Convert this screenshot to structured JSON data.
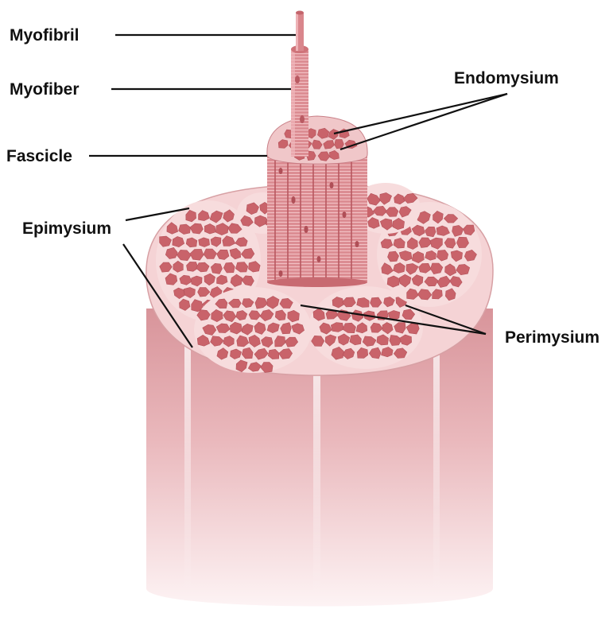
{
  "labels": {
    "myofibril": "Myofibril",
    "myofiber": "Myofiber",
    "fascicle": "Fascicle",
    "endomysium": "Endomysium",
    "epimysium": "Epimysium",
    "perimysium": "Perimysium"
  },
  "colors": {
    "fiber": "#c9636a",
    "fiber_dark": "#a8454d",
    "connective": "#f2c9cb",
    "body_top": "#dc9aa0",
    "body_bottom": "#fbeeef",
    "line": "#111111"
  }
}
